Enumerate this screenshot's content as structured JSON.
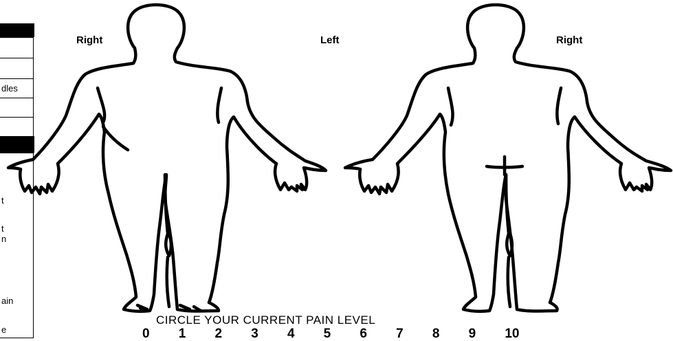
{
  "figure_labels": {
    "front_right": "Right",
    "center_left": "Left",
    "back_right": "Right"
  },
  "legend_fragments": {
    "item_needles": "dles",
    "frag_t1": "t",
    "frag_t2": "t",
    "frag_n": "n",
    "frag_ain": "ain",
    "frag_e": "e"
  },
  "pain_scale": {
    "title": "CIRCLE YOUR CURRENT PAIN LEVEL",
    "levels": [
      "0",
      "1",
      "2",
      "3",
      "4",
      "5",
      "6",
      "7",
      "8",
      "9",
      "10"
    ]
  }
}
